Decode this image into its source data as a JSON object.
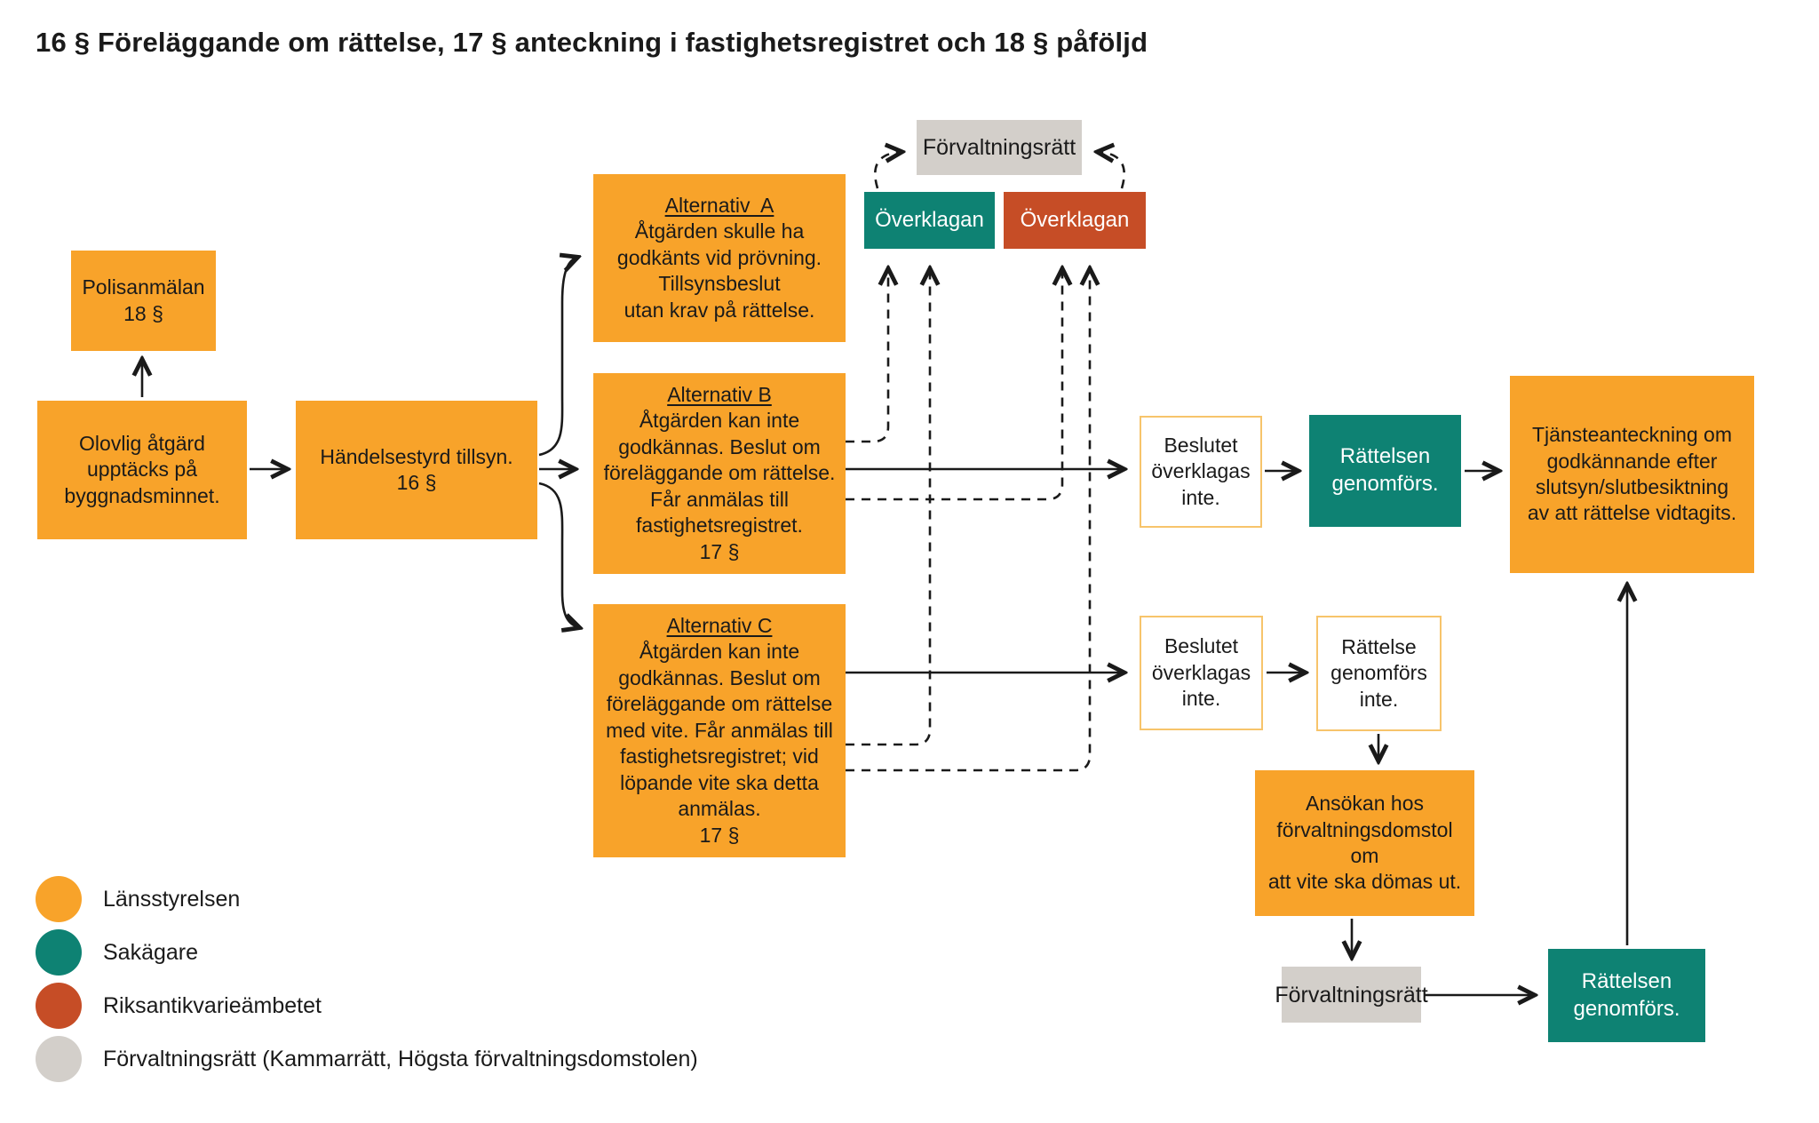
{
  "title": "16 § Föreläggande om rättelse, 17 § anteckning i fastighetsregistret och 18 § påföljd",
  "colors": {
    "lansstyrelsen_orange": "#F8A32A",
    "sakagare_teal": "#0E8273",
    "riksantikvarieambetet_red": "#C64D26",
    "forvaltningsratt_gray": "#D3CFCA",
    "plain_box_border": "#F7C46B",
    "line_black": "#1a1a1a"
  },
  "boxes": {
    "polisanmalan": {
      "text": "Polisanmälan\n18 §"
    },
    "olovlig": {
      "text": "Olovlig åtgärd\nupptäcks på\nbyggnadsminnet."
    },
    "handelsestyrd": {
      "text": "Händelsestyrd tillsyn.\n16 §"
    },
    "alt_a": {
      "heading": "Alternativ  A",
      "body": "Åtgärden skulle ha\ngodkänts vid prövning.\nTillsynsbeslut\nutan krav på rättelse."
    },
    "alt_b": {
      "heading": "Alternativ B",
      "body": "Åtgärden kan inte\ngodkännas. Beslut om\nföreläggande om rättelse.\nFår anmälas till\nfastighetsregistret.\n17 §"
    },
    "alt_c": {
      "heading": "Alternativ C",
      "body": "Åtgärden kan inte\ngodkännas. Beslut om\nföreläggande om rättelse\nmed vite. Får anmälas till\nfastighetsregistret; vid\nlöpande vite ska detta\nanmälas.\n17 §"
    },
    "forvaltningsratt_top": {
      "text": "Förvaltningsrätt"
    },
    "overklagan_sakagare": {
      "text": "Överklagan"
    },
    "overklagan_raa": {
      "text": "Överklagan"
    },
    "beslutet_b": {
      "text": "Beslutet\növerklagas\ninte."
    },
    "rattelsen_b": {
      "text": "Rättelsen\ngenomförs."
    },
    "tjansteanteckning": {
      "text": "Tjänsteanteckning om\ngodkännande efter\nslutsyn/slutbesiktning\nav att rättelse vidtagits."
    },
    "beslutet_c": {
      "text": "Beslutet\növerklagas\ninte."
    },
    "rattelse_inte": {
      "text": "Rättelse\ngenomförs\ninte."
    },
    "ansokan": {
      "text": "Ansökan hos\nförvaltningsdomstol om\natt vite ska dömas ut."
    },
    "forvaltningsratt_bottom": {
      "text": "Förvaltningsrätt"
    },
    "rattelsen_bottom": {
      "text": "Rättelsen\ngenomförs."
    }
  },
  "legend": {
    "items": [
      {
        "label": "Länsstyrelsen",
        "color": "#F8A32A"
      },
      {
        "label": "Sakägare",
        "color": "#0E8273"
      },
      {
        "label": "Riksantikvarieämbetet",
        "color": "#C64D26"
      },
      {
        "label": "Förvaltningsrätt (Kammarrätt, Högsta förvaltningsdomstolen)",
        "color": "#D3CFCA"
      }
    ]
  }
}
